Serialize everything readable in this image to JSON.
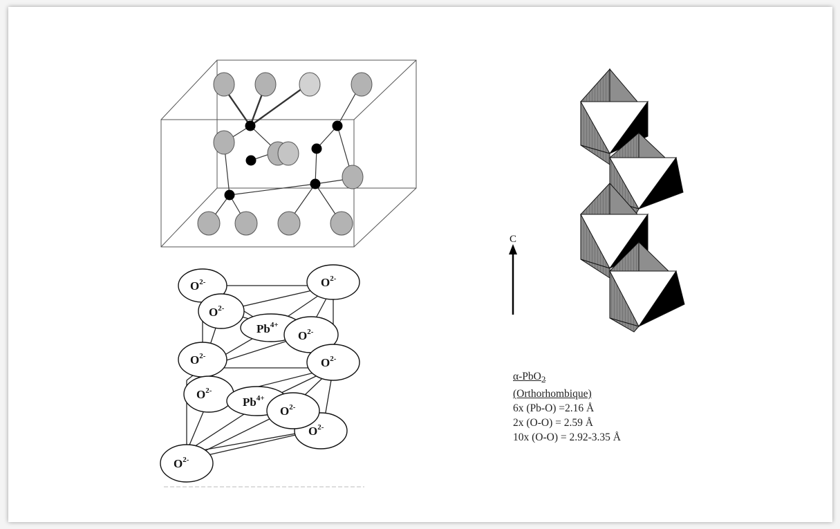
{
  "diagram": {
    "ions": {
      "oxygen": "O",
      "oxygen_charge": "2-",
      "lead": "Pb",
      "lead_charge": "4+"
    },
    "axis_label": "C",
    "caption": {
      "formula_prefix": "α-PbO",
      "formula_subscript": "2",
      "system": "(Orthorhombique)",
      "lines": [
        "6x (Pb-O) =2.16 Å",
        "2x (O-O) = 2.59 Å",
        "10x (O-O) = 2.92-3.35 Å"
      ]
    }
  }
}
